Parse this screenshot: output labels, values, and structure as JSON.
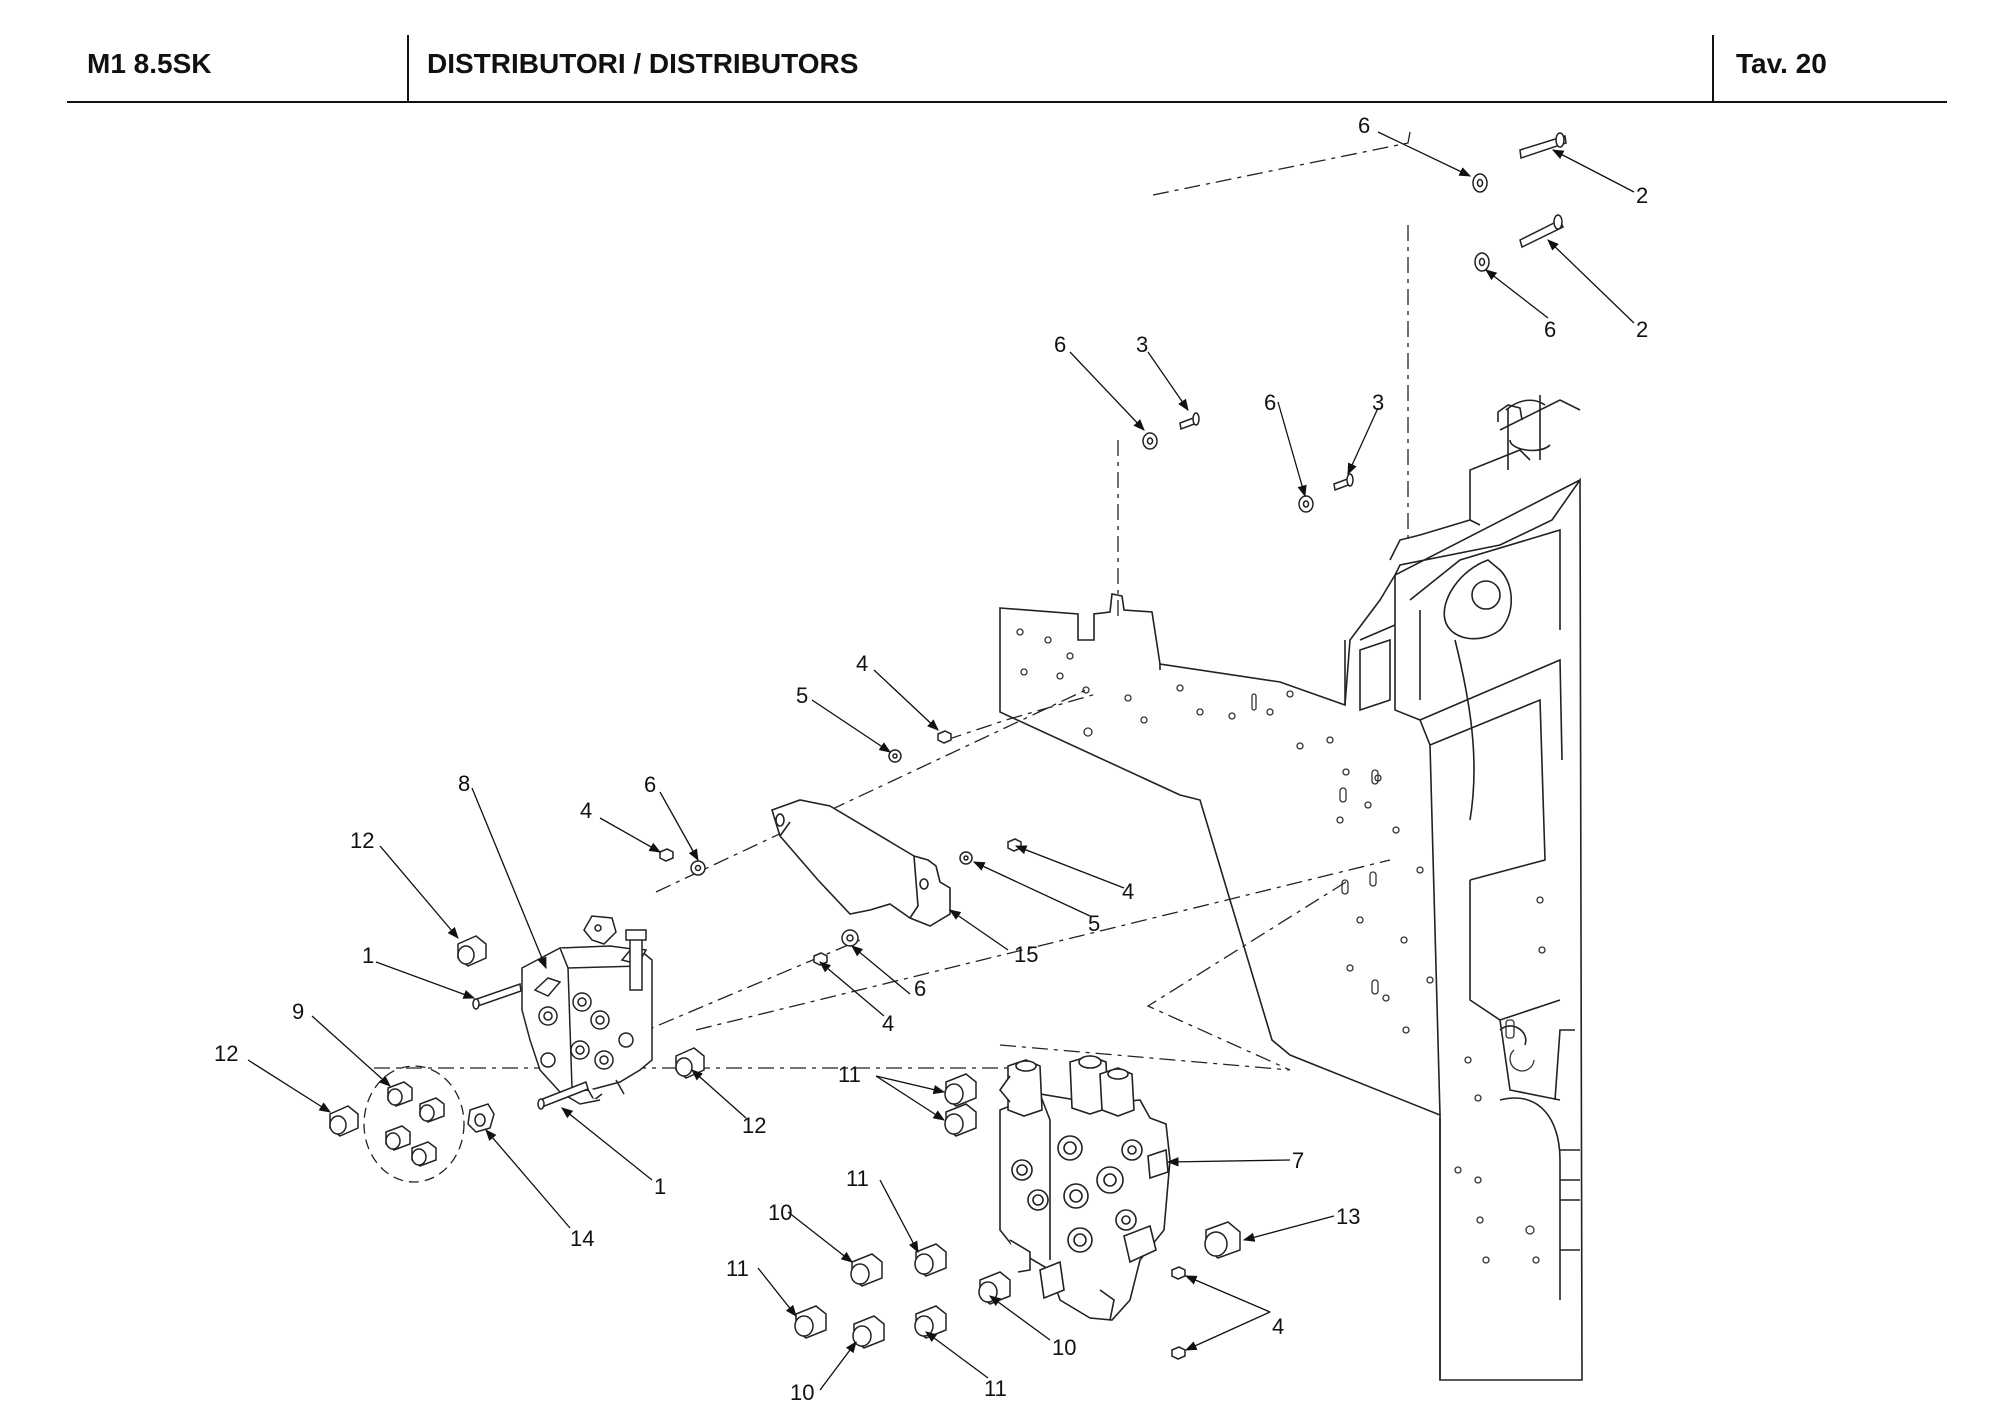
{
  "header": {
    "model": "M1 8.5SK",
    "title": "DISTRIBUTORI / DISTRIBUTORS",
    "table_no": "Tav.  20"
  },
  "callouts": [
    {
      "id": "c01",
      "label": "6"
    },
    {
      "id": "c02",
      "label": "2"
    },
    {
      "id": "c03",
      "label": "6"
    },
    {
      "id": "c04",
      "label": "2"
    },
    {
      "id": "c05",
      "label": "6"
    },
    {
      "id": "c06",
      "label": "3"
    },
    {
      "id": "c07",
      "label": "6"
    },
    {
      "id": "c08",
      "label": "3"
    },
    {
      "id": "c09",
      "label": "4"
    },
    {
      "id": "c10",
      "label": "5"
    },
    {
      "id": "c11",
      "label": "8"
    },
    {
      "id": "c12",
      "label": "4"
    },
    {
      "id": "c13",
      "label": "6"
    },
    {
      "id": "c14",
      "label": "12"
    },
    {
      "id": "c15",
      "label": "4"
    },
    {
      "id": "c16",
      "label": "5"
    },
    {
      "id": "c17",
      "label": "1"
    },
    {
      "id": "c18",
      "label": "15"
    },
    {
      "id": "c19",
      "label": "6"
    },
    {
      "id": "c20",
      "label": "9"
    },
    {
      "id": "c21",
      "label": "4"
    },
    {
      "id": "c22",
      "label": "12"
    },
    {
      "id": "c23",
      "label": "11"
    },
    {
      "id": "c24",
      "label": "12"
    },
    {
      "id": "c25",
      "label": "7"
    },
    {
      "id": "c26",
      "label": "1"
    },
    {
      "id": "c27",
      "label": "11"
    },
    {
      "id": "c28",
      "label": "14"
    },
    {
      "id": "c29",
      "label": "10"
    },
    {
      "id": "c30",
      "label": "13"
    },
    {
      "id": "c31",
      "label": "11"
    },
    {
      "id": "c32",
      "label": "4"
    },
    {
      "id": "c33",
      "label": "10"
    },
    {
      "id": "c34",
      "label": "10"
    },
    {
      "id": "c35",
      "label": "11"
    }
  ]
}
